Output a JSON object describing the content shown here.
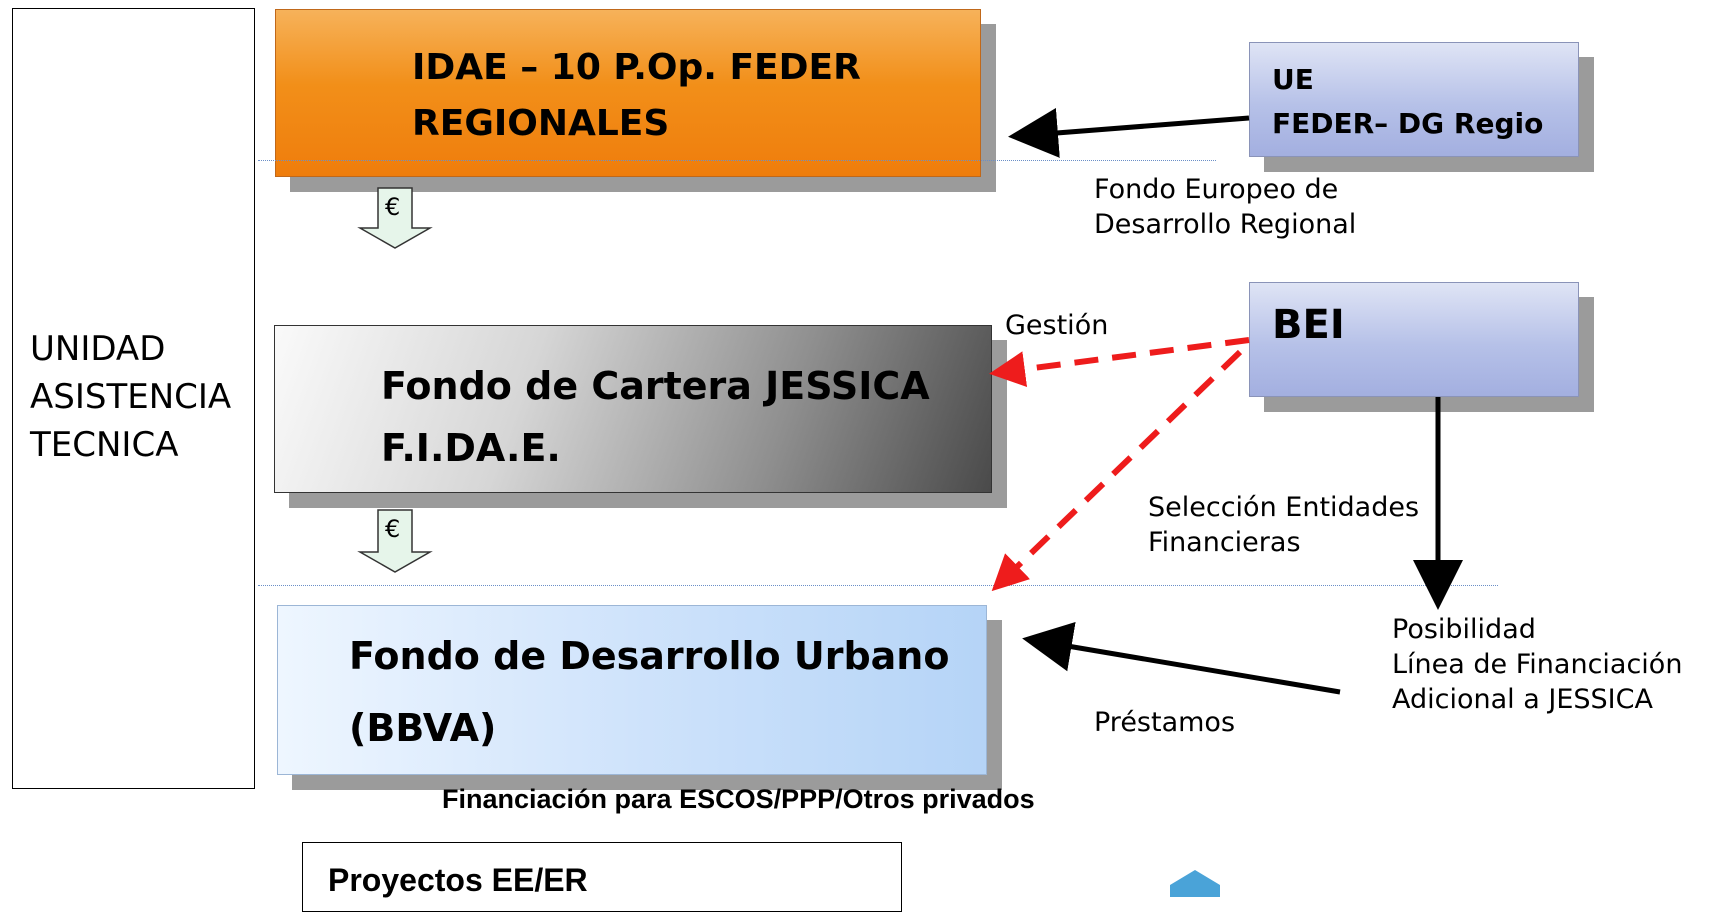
{
  "unit": {
    "lines": [
      "UNIDAD",
      "ASISTENCIA",
      "TECNICA"
    ]
  },
  "idae": {
    "lines": [
      "IDAE – 10 P.Op. FEDER",
      "REGIONALES"
    ]
  },
  "ue": {
    "lines": [
      "UE",
      "FEDER– DG Regio"
    ]
  },
  "fondo_europeo": {
    "lines": [
      "Fondo Europeo de",
      "Desarrollo Regional"
    ]
  },
  "bei": {
    "label": "BEI"
  },
  "gestion": "Gestión",
  "jessica": {
    "lines": [
      "Fondo de Cartera JESSICA",
      "F.I.DA.E."
    ]
  },
  "euro_symbol": "€",
  "seleccion": {
    "lines": [
      "Selección Entidades",
      "Financieras"
    ]
  },
  "fdu": {
    "lines": [
      "Fondo de Desarrollo Urbano",
      "(BBVA)"
    ]
  },
  "posibilidad": {
    "lines": [
      "Posibilidad",
      "Línea de Financiación",
      "Adicional a JESSICA"
    ]
  },
  "prestamos": "Préstamos",
  "financiacion": "Financiación para ESCOS/PPP/Otros privados",
  "proyectos": "Proyectos EE/ER",
  "colors": {
    "idae_orange": "#f28f19",
    "bei_blue": "#b6c1e8",
    "fdu_blue": "#cfe3fb",
    "dashed_red": "#ee1c1c",
    "euro_arrow_fill": "#e6f5ea"
  }
}
